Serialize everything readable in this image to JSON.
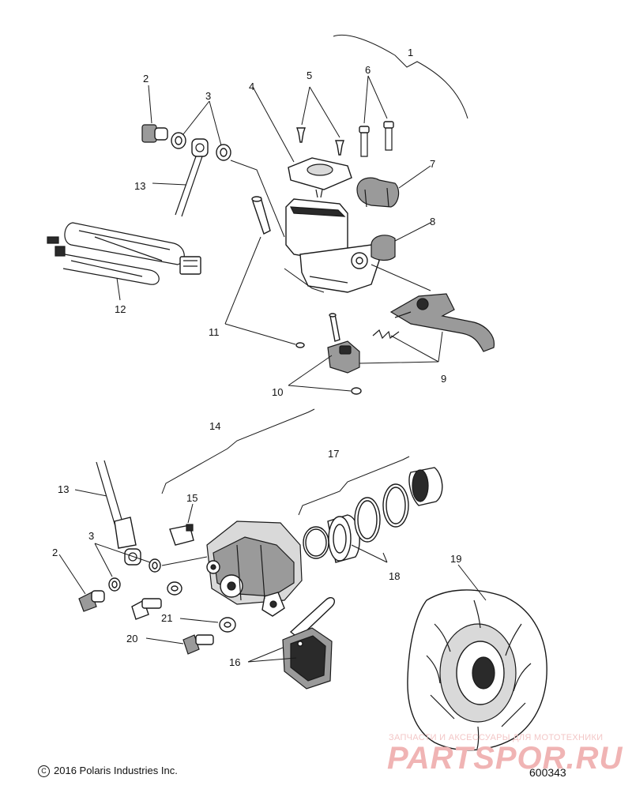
{
  "diagram": {
    "callouts": {
      "c1": "1",
      "c2_top": "2",
      "c3_top": "3",
      "c4": "4",
      "c5": "5",
      "c6": "6",
      "c7": "7",
      "c8": "8",
      "c9": "9",
      "c10": "10",
      "c11": "11",
      "c12": "12",
      "c13_top": "13",
      "c14": "14",
      "c13_bot": "13",
      "c15": "15",
      "c3_bot": "3",
      "c2_bot": "2",
      "c17": "17",
      "c18": "18",
      "c19": "19",
      "c21": "21",
      "c20": "20",
      "c16": "16"
    },
    "copyright": "2016 Polaris Industries Inc.",
    "copyright_symbol": "C",
    "diagram_id": "600343"
  },
  "watermark": {
    "tagline": "ЗАПЧАСТИ И АКСЕССУАРЫ ДЛЯ МОТОТЕХНИКИ",
    "brand": "PARTSPOR.RU",
    "color": "#f0b4b4"
  }
}
